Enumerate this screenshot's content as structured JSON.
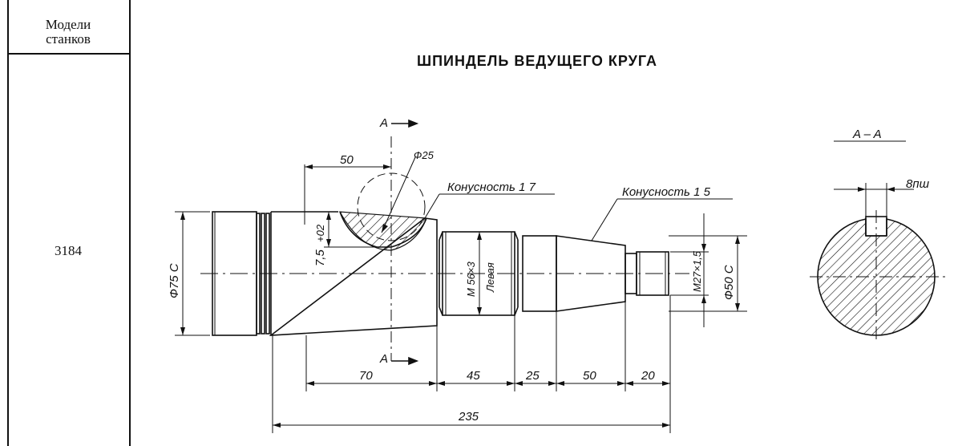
{
  "table": {
    "header_line1": "Модели",
    "header_line2": "станков",
    "model": "3184"
  },
  "drawing": {
    "title": "ШПИНДЕЛЬ ВЕДУЩЕГО КРУГА",
    "labels": {
      "section_mark_top": "A",
      "section_mark_bottom": "A",
      "section_title": "A – A",
      "diam_25": "Ф25",
      "taper_17": "Конусность 1 7",
      "taper_15": "Конусность 1 5",
      "key_width": "8пш",
      "dim_50_top": "50",
      "depth": "7,5",
      "depth_tol": "+02",
      "diam_75": "Ф75 С",
      "thread_m56_1": "М 56×3",
      "thread_m56_2": "Левая",
      "thread_m27": "М27×1,5",
      "diam_50": "Ф50 С",
      "dim_70": "70",
      "dim_45": "45",
      "dim_25": "25",
      "dim_50": "50",
      "dim_20": "20",
      "dim_235": "235"
    }
  }
}
